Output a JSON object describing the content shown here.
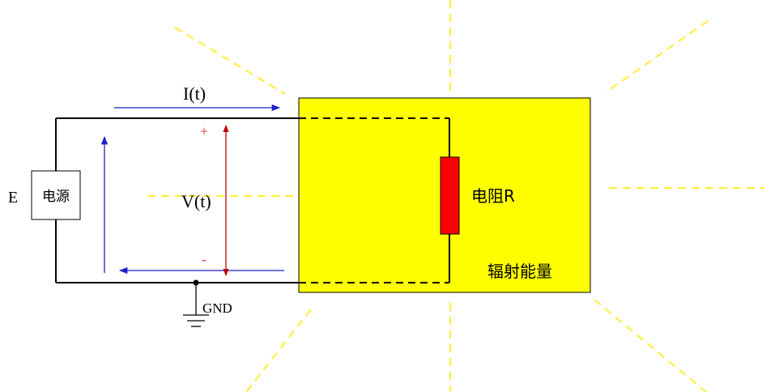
{
  "colors": {
    "wire": "#000000",
    "current_arrow": "#1f1fc8",
    "voltage_arrow": "#c00000",
    "radiation": "#ffee33",
    "region_fill": "#ffff00",
    "resistor_fill": "#ff0000",
    "polarity": "#e03030"
  },
  "source": {
    "terminal_label": "E",
    "box_label": "电源"
  },
  "current": {
    "label": "I(t)"
  },
  "voltage": {
    "label": "V(t)",
    "plus": "+",
    "minus": "-"
  },
  "ground": {
    "label": "GND"
  },
  "resistor": {
    "label": "电阻R"
  },
  "region": {
    "label": "辐射能量"
  }
}
